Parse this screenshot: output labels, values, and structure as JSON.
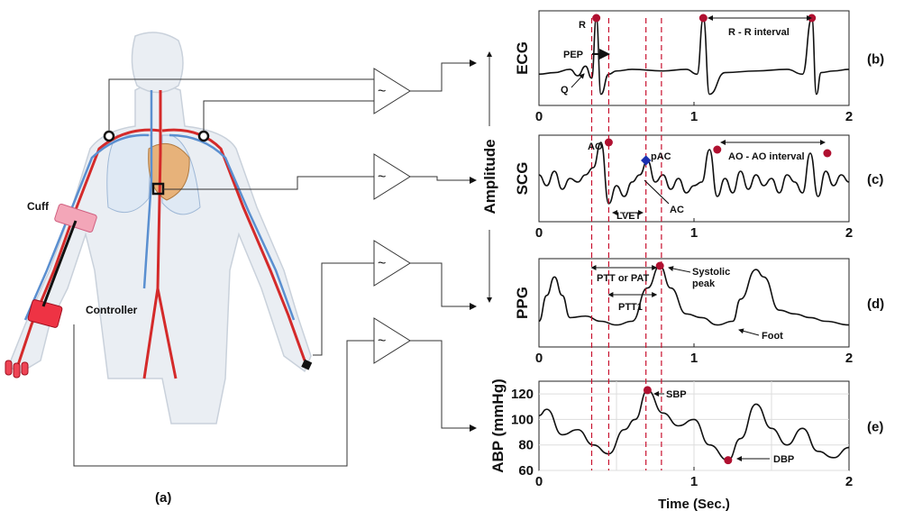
{
  "figure_label": "(a)",
  "body_labels": {
    "cuff": "Cuff",
    "controller": "Controller"
  },
  "amplitude_label": "Amplitude",
  "xaxis_label": "Time (Sec.)",
  "colors": {
    "artery": "#d42a2a",
    "vein": "#5a8fd0",
    "marker": "#b01030",
    "dash": "#c8102e",
    "diamond": "#1a2fb0"
  },
  "filter_symbol": "~",
  "chart_data": [
    {
      "id": "ecg",
      "type": "line",
      "tag": "(b)",
      "ylabel": "ECG",
      "xlim": [
        0,
        2
      ],
      "xticks": [
        "0",
        "1",
        "2"
      ],
      "annotations": {
        "r": "R",
        "q": "Q",
        "pep": "PEP",
        "rr": "R - R  interval"
      },
      "x": [
        0,
        0.1,
        0.2,
        0.25,
        0.3,
        0.34,
        0.37,
        0.4,
        0.45,
        0.5,
        0.6,
        0.8,
        0.95,
        1.02,
        1.06,
        1.1,
        1.2,
        1.4,
        1.6,
        1.7,
        1.76,
        1.79,
        1.82,
        1.9,
        2.0
      ],
      "y": [
        0.3,
        0.32,
        0.36,
        0.28,
        0.4,
        0.25,
        1.0,
        0.05,
        0.3,
        0.34,
        0.36,
        0.34,
        0.36,
        0.3,
        1.0,
        0.05,
        0.32,
        0.34,
        0.36,
        0.3,
        1.0,
        0.05,
        0.32,
        0.34,
        0.36
      ]
    },
    {
      "id": "scg",
      "type": "line",
      "tag": "(c)",
      "ylabel": "SCG",
      "xlim": [
        0,
        2
      ],
      "xticks": [
        "0",
        "1",
        "2"
      ],
      "annotations": {
        "ao": "AO",
        "pac": "pAC",
        "ac": "AC",
        "lvet": "LVET",
        "aoao": "AO - AO  interval"
      },
      "x": [
        0,
        0.05,
        0.1,
        0.15,
        0.2,
        0.25,
        0.3,
        0.35,
        0.4,
        0.45,
        0.5,
        0.55,
        0.6,
        0.65,
        0.7,
        0.75,
        0.8,
        0.85,
        0.9,
        0.95,
        1.0,
        1.05,
        1.1,
        1.15,
        1.2,
        1.25,
        1.3,
        1.35,
        1.4,
        1.45,
        1.5,
        1.55,
        1.6,
        1.65,
        1.7,
        1.75,
        1.8,
        1.85,
        1.9,
        1.95,
        2.0
      ],
      "y": [
        0.55,
        0.4,
        0.6,
        0.35,
        0.5,
        0.45,
        0.55,
        0.65,
        1.0,
        0.15,
        0.4,
        0.25,
        0.45,
        0.55,
        0.75,
        0.45,
        0.55,
        0.35,
        0.5,
        0.3,
        0.4,
        0.45,
        0.9,
        0.25,
        0.5,
        0.3,
        0.6,
        0.35,
        0.55,
        0.4,
        0.5,
        0.3,
        0.55,
        0.45,
        0.3,
        0.85,
        0.25,
        0.6,
        0.4,
        0.55,
        0.45
      ]
    },
    {
      "id": "ppg",
      "type": "line",
      "tag": "(d)",
      "ylabel": "PPG",
      "xlim": [
        0,
        2
      ],
      "xticks": [
        "0",
        "1",
        "2"
      ],
      "annotations": {
        "ptt": "PTT or PAT",
        "ptt1": "PTT1",
        "sys": "Systolic",
        "peak": "peak",
        "foot": "Foot"
      },
      "x": [
        0,
        0.05,
        0.1,
        0.15,
        0.2,
        0.3,
        0.4,
        0.5,
        0.6,
        0.7,
        0.78,
        0.85,
        0.95,
        1.05,
        1.15,
        1.25,
        1.3,
        1.4,
        1.45,
        1.55,
        1.65,
        1.75,
        1.85,
        2.0
      ],
      "y": [
        0.25,
        0.6,
        0.85,
        0.6,
        0.3,
        0.32,
        0.25,
        0.2,
        0.25,
        0.7,
        1.0,
        0.7,
        0.35,
        0.3,
        0.2,
        0.25,
        0.55,
        0.95,
        0.85,
        0.4,
        0.35,
        0.3,
        0.25,
        0.2
      ]
    },
    {
      "id": "abp",
      "type": "line",
      "tag": "(e)",
      "ylabel": "ABP (mmHg)",
      "xlim": [
        0,
        2
      ],
      "ylim": [
        60,
        130
      ],
      "xticks": [
        "0",
        "1",
        "2"
      ],
      "yticks": [
        "60",
        "80",
        "100",
        "120"
      ],
      "annotations": {
        "sbp": "SBP",
        "dbp": "DBP"
      },
      "x": [
        0,
        0.05,
        0.15,
        0.25,
        0.35,
        0.45,
        0.55,
        0.62,
        0.7,
        0.8,
        0.9,
        1.0,
        1.1,
        1.22,
        1.3,
        1.4,
        1.5,
        1.6,
        1.7,
        1.8,
        1.9,
        2.0
      ],
      "y": [
        103,
        108,
        88,
        92,
        80,
        73,
        92,
        100,
        123,
        105,
        95,
        100,
        80,
        68,
        85,
        112,
        93,
        80,
        93,
        75,
        70,
        78
      ]
    }
  ]
}
